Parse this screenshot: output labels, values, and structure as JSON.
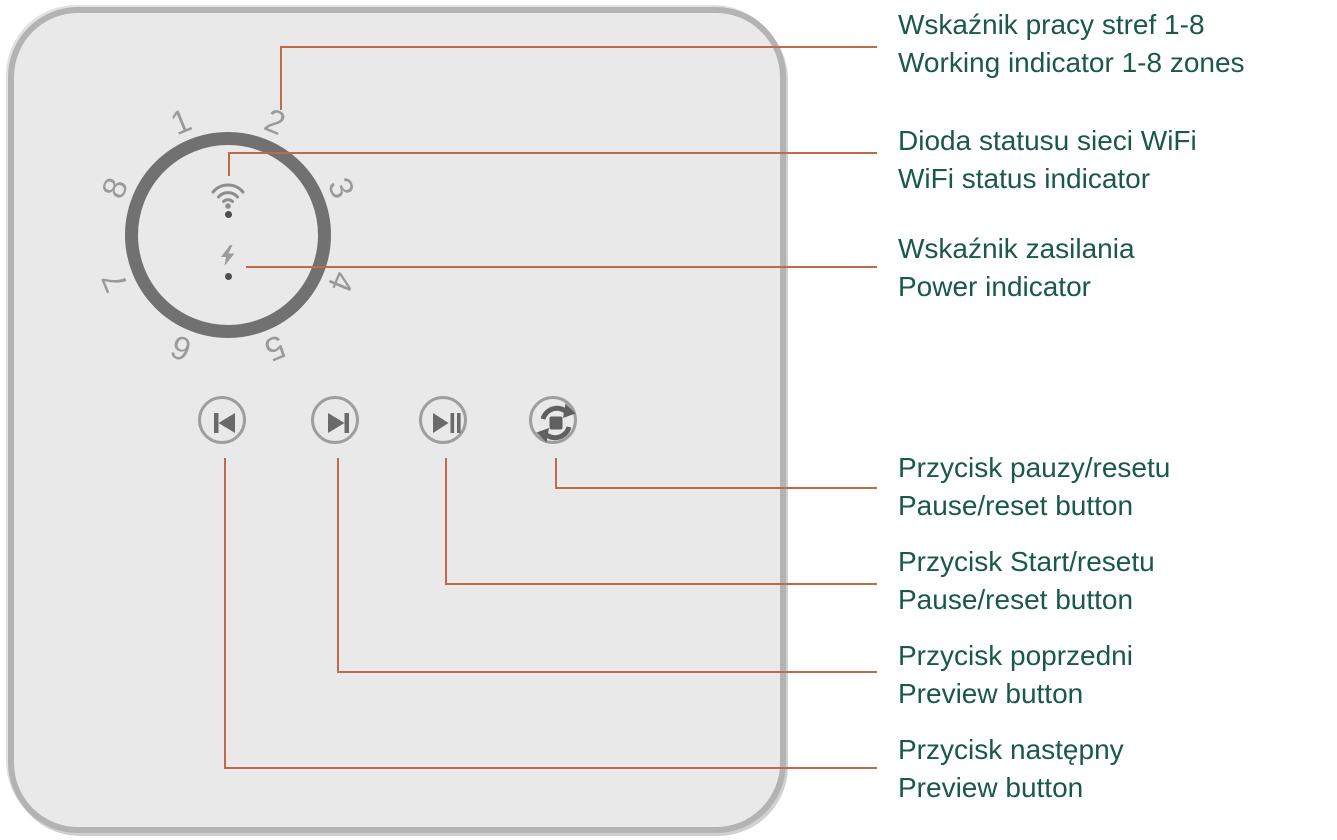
{
  "device": {
    "dial": {
      "zones": [
        "1",
        "2",
        "3",
        "4",
        "5",
        "6",
        "7",
        "8"
      ],
      "icons": {
        "wifi": "wifi-icon",
        "wifi_led": "wifi-status-led-dot",
        "power": "lightning-bolt-icon",
        "power_led": "power-led-dot"
      }
    },
    "buttons": [
      {
        "id": "previous",
        "icon": "skip-previous-icon"
      },
      {
        "id": "next",
        "icon": "skip-next-icon"
      },
      {
        "id": "play-pause",
        "icon": "play-pause-icon"
      },
      {
        "id": "sync-reset",
        "icon": "sync-reset-icon"
      }
    ]
  },
  "callouts": [
    {
      "pl": "Wskaźnik pracy stref 1-8",
      "en": "Working indicator 1-8 zones"
    },
    {
      "pl": "Dioda statusu sieci WiFi",
      "en": "WiFi status indicator"
    },
    {
      "pl": "Wskaźnik zasilania",
      "en": "Power indicator"
    },
    {
      "pl": "Przycisk pauzy/resetu",
      "en": "Pause/reset button"
    },
    {
      "pl": "Przycisk Start/resetu",
      "en": "Pause/reset button"
    },
    {
      "pl": "Przycisk poprzedni",
      "en": "Preview button"
    },
    {
      "pl": "Przycisk następny",
      "en": "Preview button"
    }
  ],
  "colors": {
    "leader_line": "#c4684a",
    "label_text": "#1a584a",
    "panel_fill": "#e9e9e9",
    "panel_border": "#b3b3b3",
    "dial_ring": "#717171",
    "zone_numbers": "#9a9a9a",
    "button_glyph": "#6a6a6a",
    "led_dot": "#4f4f4f"
  }
}
